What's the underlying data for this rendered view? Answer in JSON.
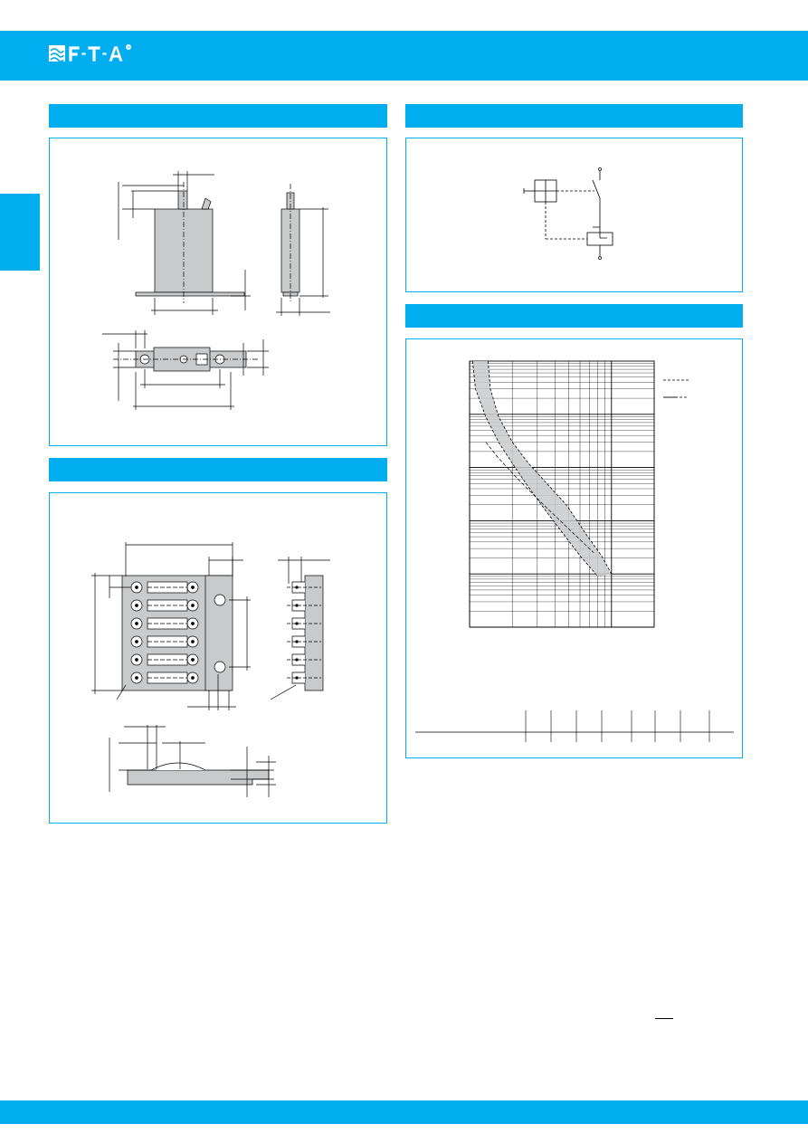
{
  "brand": {
    "logo_text": "F-T-A",
    "registered_mark": "®"
  },
  "colors": {
    "accent": "#00aeef",
    "drawing_gray": "#c9cacc",
    "line": "#000000"
  },
  "sections": [
    {
      "id": "dimensions-device",
      "title": ""
    },
    {
      "id": "circuit-diagram",
      "title": ""
    },
    {
      "id": "trip-curve",
      "title": ""
    },
    {
      "id": "dimensions-block",
      "title": ""
    }
  ],
  "chart_data": {
    "type": "area",
    "title": "",
    "xlabel": "",
    "ylabel": "",
    "x_scale": "log",
    "y_scale": "log",
    "grid": true,
    "legend": [
      {
        "style": "dashed",
        "label": ""
      },
      {
        "style": "solid-dashed",
        "label": ""
      }
    ],
    "series": [
      {
        "style": "band-left",
        "x": [
          1.05,
          1.1,
          1.3,
          1.6,
          2.0,
          2.5,
          3.2,
          4.5,
          6.0,
          8.0
        ],
        "y": [
          10000,
          3000,
          900,
          300,
          120,
          50,
          20,
          6,
          2.2,
          0.9
        ]
      },
      {
        "style": "band-right",
        "x": [
          1.35,
          1.4,
          1.6,
          2.0,
          2.6,
          3.5,
          4.8,
          6.5,
          8.5,
          10.0
        ],
        "y": [
          10000,
          3000,
          900,
          300,
          120,
          50,
          20,
          6,
          2.2,
          1.0
        ]
      }
    ],
    "table_columns": [
      "",
      "",
      "",
      "",
      "",
      "",
      "",
      "",
      ""
    ]
  }
}
